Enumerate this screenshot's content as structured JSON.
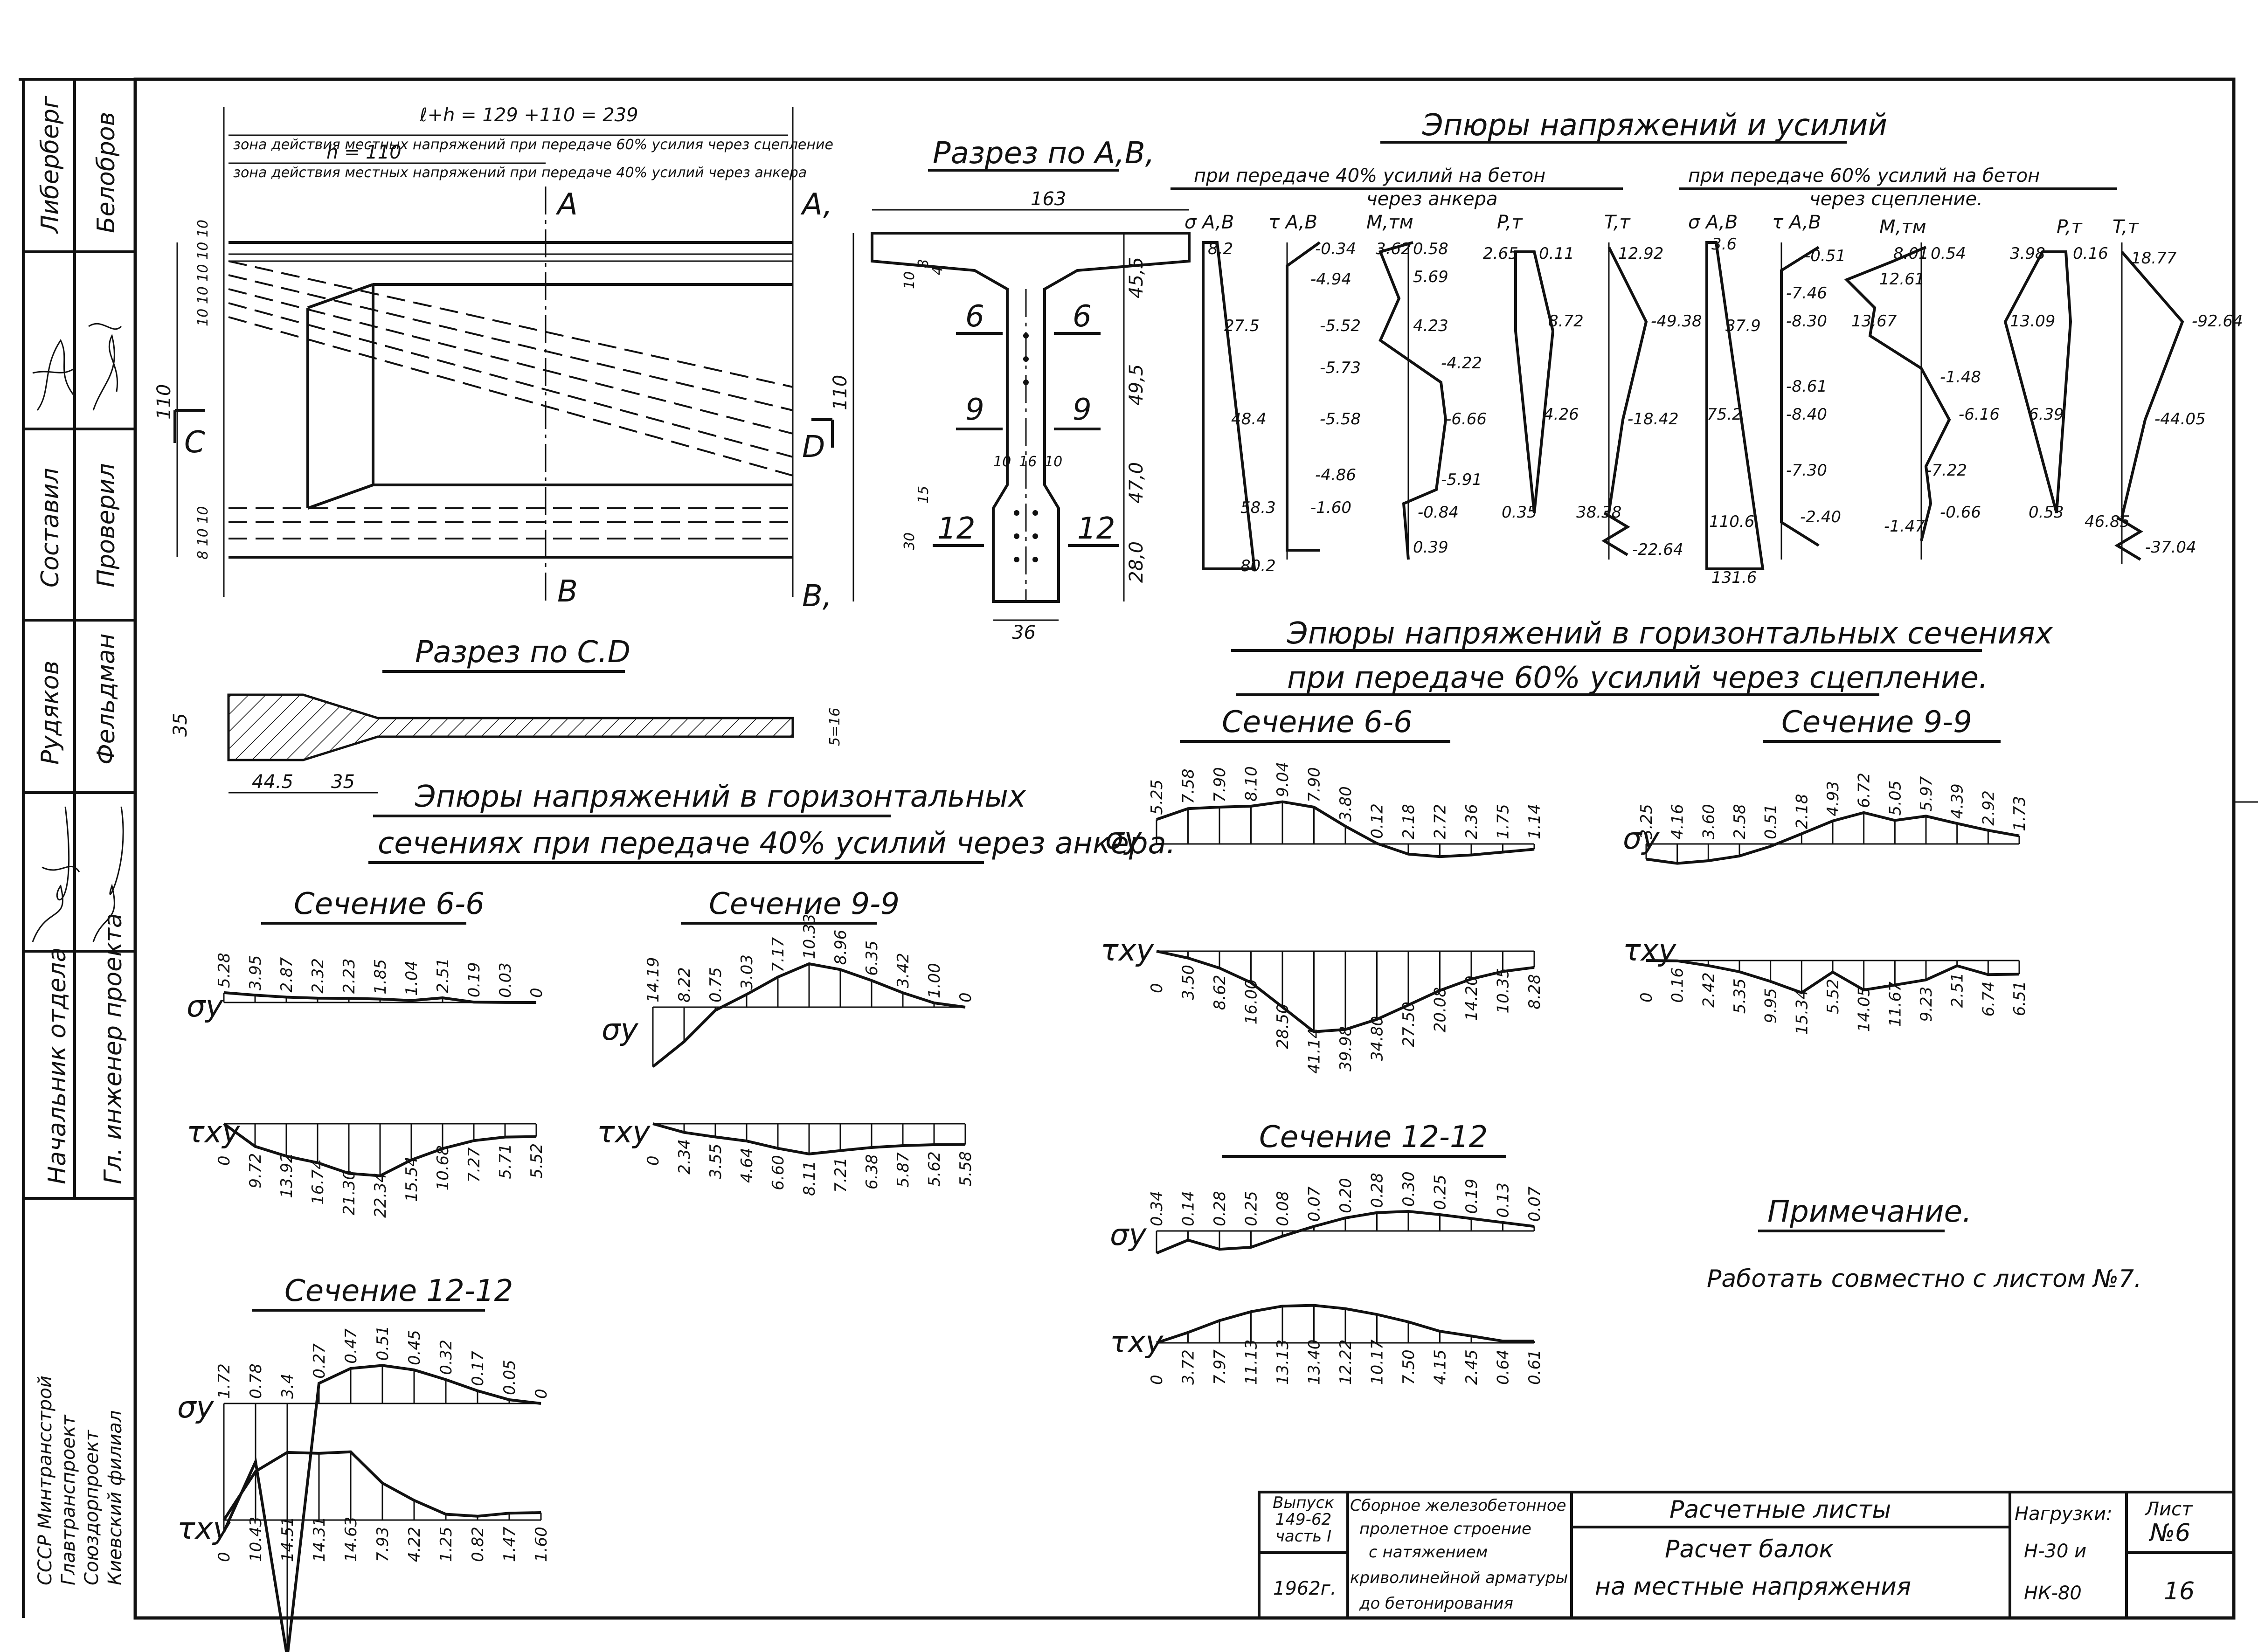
{
  "sidebar": {
    "roles_top": [
      "Либерберг",
      "Белобров"
    ],
    "roles_mid": [
      "Составил",
      "Проверил"
    ],
    "roles_low": [
      "Рудяков",
      "Фельдман"
    ],
    "dept": [
      "Начальник отдела",
      "Гл. инженер проекта"
    ],
    "org": [
      "СССР Минтрансстрой",
      "Главтранспроект",
      "Союздорпроект",
      "Киевский филиал"
    ]
  },
  "elevation": {
    "dim_top": "ℓ+h = 129 +110 = 239",
    "zone60": "зона действия местных напряжений при передаче 60% усилия через сцепление",
    "h": "h = 110",
    "zone40": "зона действия местных напряжений при передаче 40% усилий через анкера",
    "labels": {
      "A": "A",
      "A1": "A,",
      "B": "B",
      "B1": "B,",
      "C": "C",
      "D": "D"
    },
    "dim_left": "110",
    "dims_top_small": "10 10 10 10 10",
    "dims_bot_small": "8 10 10"
  },
  "section_ab": {
    "title": "Разрез по А,В,",
    "width": "163",
    "height": "110",
    "dims_right": [
      "45,5",
      "49,5",
      "47,0",
      "28,0"
    ],
    "marks": [
      "6",
      "6",
      "9",
      "9",
      "12",
      "12"
    ],
    "web": [
      "10",
      "16",
      "10"
    ],
    "bottom": "36",
    "small": [
      "10",
      "8",
      "4",
      "30",
      "15"
    ]
  },
  "section_cd": {
    "title": "Разрез по С.D",
    "dims": [
      "35",
      "44.5",
      "35",
      "5=16"
    ]
  },
  "diag_top": {
    "title": "Эпюры напряжений и усилий",
    "sub40": "при передаче 40% усилий на бетон",
    "sub40b": "через анкера",
    "sub60": "при передаче 60% усилий на бетон",
    "sub60b": "через сцепление.",
    "g40": {
      "sigma": {
        "label": "σ A,B",
        "vals": [
          "8.2",
          "27.5",
          "48.4",
          "58.3",
          "80.2"
        ]
      },
      "tau": {
        "label": "τ A,B",
        "vals": [
          "-0.34",
          "-4.94",
          "-5.52",
          "-5.73",
          "-5.58",
          "-4.86",
          "-1.60"
        ]
      },
      "m": {
        "label": "M,тм",
        "vals": [
          "3.62",
          "0.58",
          "5.69",
          "4.23",
          "-4.22",
          "-6.66",
          "-5.91",
          "-0.84",
          "0.39"
        ]
      },
      "p": {
        "label": "P,т",
        "vals": [
          "2.65",
          "0.11",
          "8.72",
          "4.26",
          "0.35"
        ]
      },
      "t": {
        "label": "T,т",
        "vals": [
          "12.92",
          "-49.38",
          "-18.42",
          "38.38",
          "-22.64"
        ]
      }
    },
    "g60": {
      "sigma": {
        "label": "σ A,B",
        "vals": [
          "3.6",
          "37.9",
          "75.2",
          "110.6",
          "131.6"
        ]
      },
      "tau": {
        "label": "τ A,B",
        "vals": [
          "-0.51",
          "-7.46",
          "-8.30",
          "-8.61",
          "-8.40",
          "-7.30",
          "-2.40"
        ]
      },
      "m": {
        "label": "M,тм",
        "vals": [
          "8.01",
          "0.54",
          "12.61",
          "13.67",
          "-1.48",
          "-6.16",
          "-7.22",
          "-1.47",
          "-0.66"
        ]
      },
      "p": {
        "label": "P,т",
        "vals": [
          "3.98",
          "0.16",
          "13.09",
          "6.39",
          "0.53"
        ]
      },
      "t": {
        "label": "T,т",
        "vals": [
          "18.77",
          "-92.64",
          "-44.05",
          "46.85",
          "-37.04"
        ]
      }
    }
  },
  "horiz60": {
    "title1": "Эпюры напряжений в горизонтальных сечениях",
    "title2": "при передаче 60% усилий через сцепление.",
    "s66": {
      "title": "Сечение 6-6",
      "sy": [
        "5.25",
        "7.58",
        "7.90",
        "8.10",
        "9.04",
        "7.90",
        "3.80",
        "0.12",
        "2.18",
        "2.72",
        "2.36",
        "1.75",
        "1.14"
      ],
      "txy": [
        "0",
        "3.50",
        "8.62",
        "16.00",
        "28.50",
        "41.14",
        "39.98",
        "34.80",
        "27.50",
        "20.08",
        "14.20",
        "10.35",
        "8.28"
      ]
    },
    "s99": {
      "title": "Сечение 9-9",
      "sy": [
        "3.25",
        "4.16",
        "3.60",
        "2.58",
        "0.51",
        "2.18",
        "4.93",
        "6.72",
        "5.05",
        "5.97",
        "4.39",
        "2.92",
        "1.73"
      ],
      "txy": [
        "0",
        "0.16",
        "2.42",
        "5.35",
        "9.95",
        "15.34",
        "5.52",
        "14.05",
        "11.67",
        "9.23",
        "2.51",
        "6.74",
        "6.51"
      ]
    },
    "s1212": {
      "title": "Сечение 12-12",
      "sy": [
        "0.34",
        "0.14",
        "0.28",
        "0.25",
        "0.08",
        "0.07",
        "0.20",
        "0.28",
        "0.30",
        "0.25",
        "0.19",
        "0.13",
        "0.07"
      ],
      "txy": [
        "0",
        "3.72",
        "7.97",
        "11.13",
        "13.13",
        "13.40",
        "12.22",
        "10.17",
        "7.50",
        "4.15",
        "2.45",
        "0.64",
        "0.61"
      ]
    }
  },
  "horiz40": {
    "title1": "Эпюры напряжений в горизонтальных",
    "title2": "сечениях при передаче 40% усилий через анкера.",
    "s66": {
      "title": "Сечение 6-6",
      "sy": [
        "5.28",
        "3.95",
        "2.87",
        "2.32",
        "2.23",
        "1.85",
        "1.04",
        "2.51",
        "0.19",
        "0.03",
        "0"
      ],
      "txy": [
        "0",
        "9.72",
        "13.92",
        "16.74",
        "21.30",
        "22.34",
        "15.54",
        "10.68",
        "7.27",
        "5.71",
        "5.52"
      ]
    },
    "s99": {
      "title": "Сечение 9-9",
      "sy": [
        "14.19",
        "8.22",
        "0.75",
        "3.03",
        "7.17",
        "10.33",
        "8.96",
        "6.35",
        "3.42",
        "1.00",
        "0"
      ],
      "txy": [
        "0",
        "2.34",
        "3.55",
        "4.64",
        "6.60",
        "8.11",
        "7.21",
        "6.38",
        "5.87",
        "5.62",
        "5.58"
      ]
    },
    "s1212": {
      "title": "Сечение 12-12",
      "sy": [
        "1.72",
        "0.78",
        "3.4",
        "0.27",
        "0.47",
        "0.51",
        "0.45",
        "0.32",
        "0.17",
        "0.05",
        "0"
      ],
      "txy": [
        "0",
        "10.43",
        "14.51",
        "14.31",
        "14.63",
        "7.93",
        "4.22",
        "1.25",
        "0.82",
        "1.47",
        "1.60"
      ]
    }
  },
  "note": {
    "title": "Примечание.",
    "text": "Работать совместно с листом №7."
  },
  "stamp": {
    "issue": "Выпуск 149-62 часть I",
    "year": "1962г.",
    "descr": [
      "Сборное железобетонное",
      "пролетное строение",
      "с натяжением",
      "криволинейной арматуры",
      "до бетонирования"
    ],
    "sheet_type": "Расчетные листы",
    "subject": [
      "Расчет балок",
      "на местные напряжения"
    ],
    "loads_label": "Нагрузки:",
    "loads": [
      "Н-30 и",
      "НК-80"
    ],
    "sheet_label": "Лист",
    "sheet_no": "№6",
    "page": "16"
  }
}
